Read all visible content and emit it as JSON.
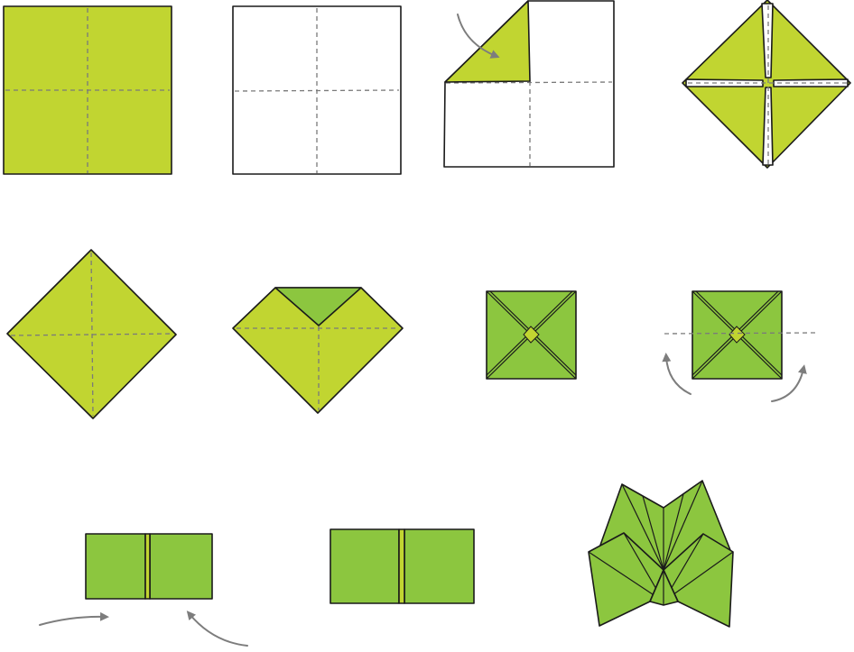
{
  "colors": {
    "paper_front": "#c1d531",
    "paper_back": "#ffffff",
    "paper_inner": "#8cc63f",
    "outline": "#1a1a1a",
    "fold_line": "#7a7a7a",
    "arrow": "#7d7d7d"
  },
  "steps": [
    {
      "id": 1,
      "name": "square-colored-side"
    },
    {
      "id": 2,
      "name": "square-white-side"
    },
    {
      "id": 3,
      "name": "fold-corner-to-center"
    },
    {
      "id": 4,
      "name": "all-corners-folded-diamond"
    },
    {
      "id": 5,
      "name": "flipped-diamond"
    },
    {
      "id": 6,
      "name": "top-corner-folded"
    },
    {
      "id": 7,
      "name": "all-corners-folded-small-square"
    },
    {
      "id": 8,
      "name": "fold-in-half"
    },
    {
      "id": 9,
      "name": "folded-rectangle-push-in"
    },
    {
      "id": 10,
      "name": "folded-rectangle"
    },
    {
      "id": 11,
      "name": "finished-fortune-teller"
    }
  ]
}
